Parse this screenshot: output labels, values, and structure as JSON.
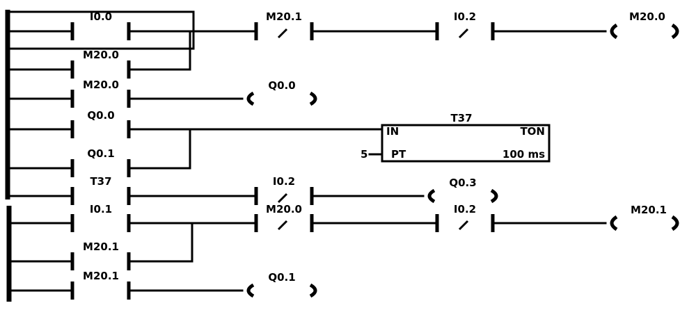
{
  "rungs": [
    {
      "contacts": [
        {
          "label": "I0.0",
          "type": "NO"
        },
        {
          "label": "M20.1",
          "type": "NC"
        },
        {
          "label": "I0.2",
          "type": "NC"
        }
      ],
      "branch_contacts": [
        {
          "label": "M20.0",
          "type": "NO"
        }
      ],
      "coil": {
        "label": "M20.0"
      }
    },
    {
      "contacts": [
        {
          "label": "M20.0",
          "type": "NO"
        }
      ],
      "coil": {
        "label": "Q0.0"
      }
    },
    {
      "contacts": [
        {
          "label": "Q0.0",
          "type": "NO"
        }
      ],
      "branch_contacts": [
        {
          "label": "Q0.1",
          "type": "NO"
        }
      ],
      "timer": {
        "name": "T37",
        "type": "TON",
        "in": "IN",
        "pt": "PT",
        "preset": "5",
        "base": "100 ms"
      }
    },
    {
      "contacts": [
        {
          "label": "T37",
          "type": "NO"
        },
        {
          "label": "I0.2",
          "type": "NC"
        }
      ],
      "coil": {
        "label": "Q0.3"
      }
    },
    {
      "contacts": [
        {
          "label": "I0.1",
          "type": "NO"
        },
        {
          "label": "M20.0",
          "type": "NC"
        },
        {
          "label": "I0.2",
          "type": "NC"
        }
      ],
      "branch_contacts": [
        {
          "label": "M20.1",
          "type": "NO"
        }
      ],
      "coil": {
        "label": "M20.1"
      }
    },
    {
      "contacts": [
        {
          "label": "M20.1",
          "type": "NO"
        }
      ],
      "coil": {
        "label": "Q0.1"
      }
    }
  ]
}
